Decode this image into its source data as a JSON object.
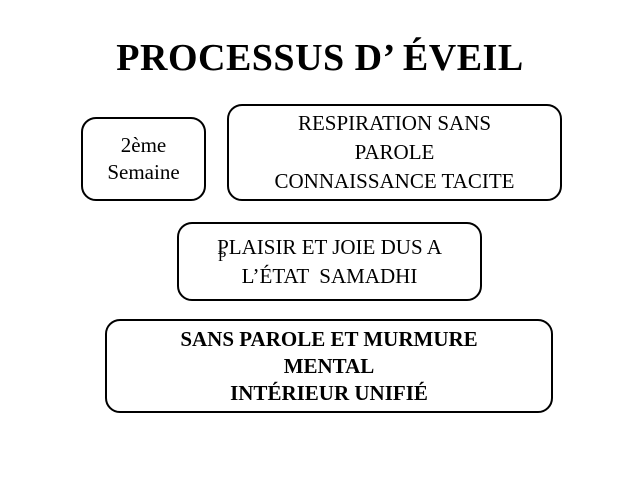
{
  "slide": {
    "title": "PROCESSUS D’ ÉVEIL",
    "background_color": "#ffffff",
    "text_color": "#000000",
    "border_color": "#000000"
  },
  "boxes": {
    "week": {
      "name": "2ème Semaine",
      "lines": [
        "2ème",
        "Semaine"
      ],
      "bold": false
    },
    "respiration": {
      "name": "Respiration sans parole",
      "lines": [
        "RESPIRATION SANS",
        "PAROLE",
        "CONNAISSANCE TACITE"
      ],
      "bold": false
    },
    "plaisir": {
      "name": "Plaisir et joie",
      "lines": [
        "PLAISIR ET JOIE DUS A",
        "L’ÉTAT  SAMADHI"
      ],
      "artifact": "P",
      "bold": false
    },
    "murmure": {
      "name": "Sans parole et murmure",
      "lines": [
        "SANS PAROLE ET MURMURE",
        "MENTAL",
        "INTÉRIEUR UNIFIÉ"
      ],
      "bold": true
    }
  }
}
